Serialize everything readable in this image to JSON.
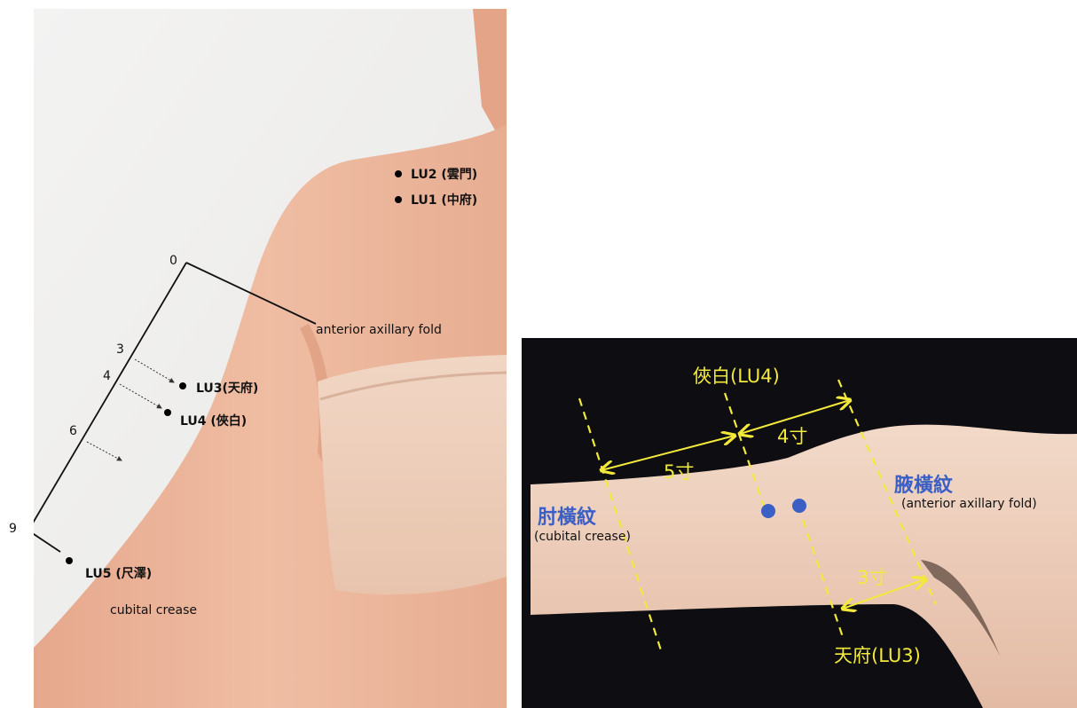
{
  "left_figure": {
    "points": {
      "lu2": "LU2 (雲門)",
      "lu1": "LU1 (中府)",
      "lu3": "LU3(天府)",
      "lu4": "LU4 (俠白)",
      "lu5": "LU5 (尺澤)"
    },
    "scale": {
      "mark_0": "0",
      "mark_3": "3",
      "mark_4": "4",
      "mark_6": "6",
      "mark_9": "9"
    },
    "landmarks": {
      "axillary_fold": "anterior axillary fold",
      "cubital_crease": "cubital  crease"
    }
  },
  "right_figure": {
    "lu4_label": "俠白(LU4)",
    "lu3_label": "天府(LU3)",
    "dist_4": "4寸",
    "dist_5": "5寸",
    "dist_3": "3寸",
    "cubital_zh": "肘橫紋",
    "cubital_en": "(cubital  crease)",
    "axillary_zh": "腋橫紋",
    "axillary_en": "(anterior axillary fold)"
  },
  "colors": {
    "guide_yellow": "#f3e93a",
    "point_blue": "#3b5fc4",
    "background_dark": "#0d0d12"
  }
}
